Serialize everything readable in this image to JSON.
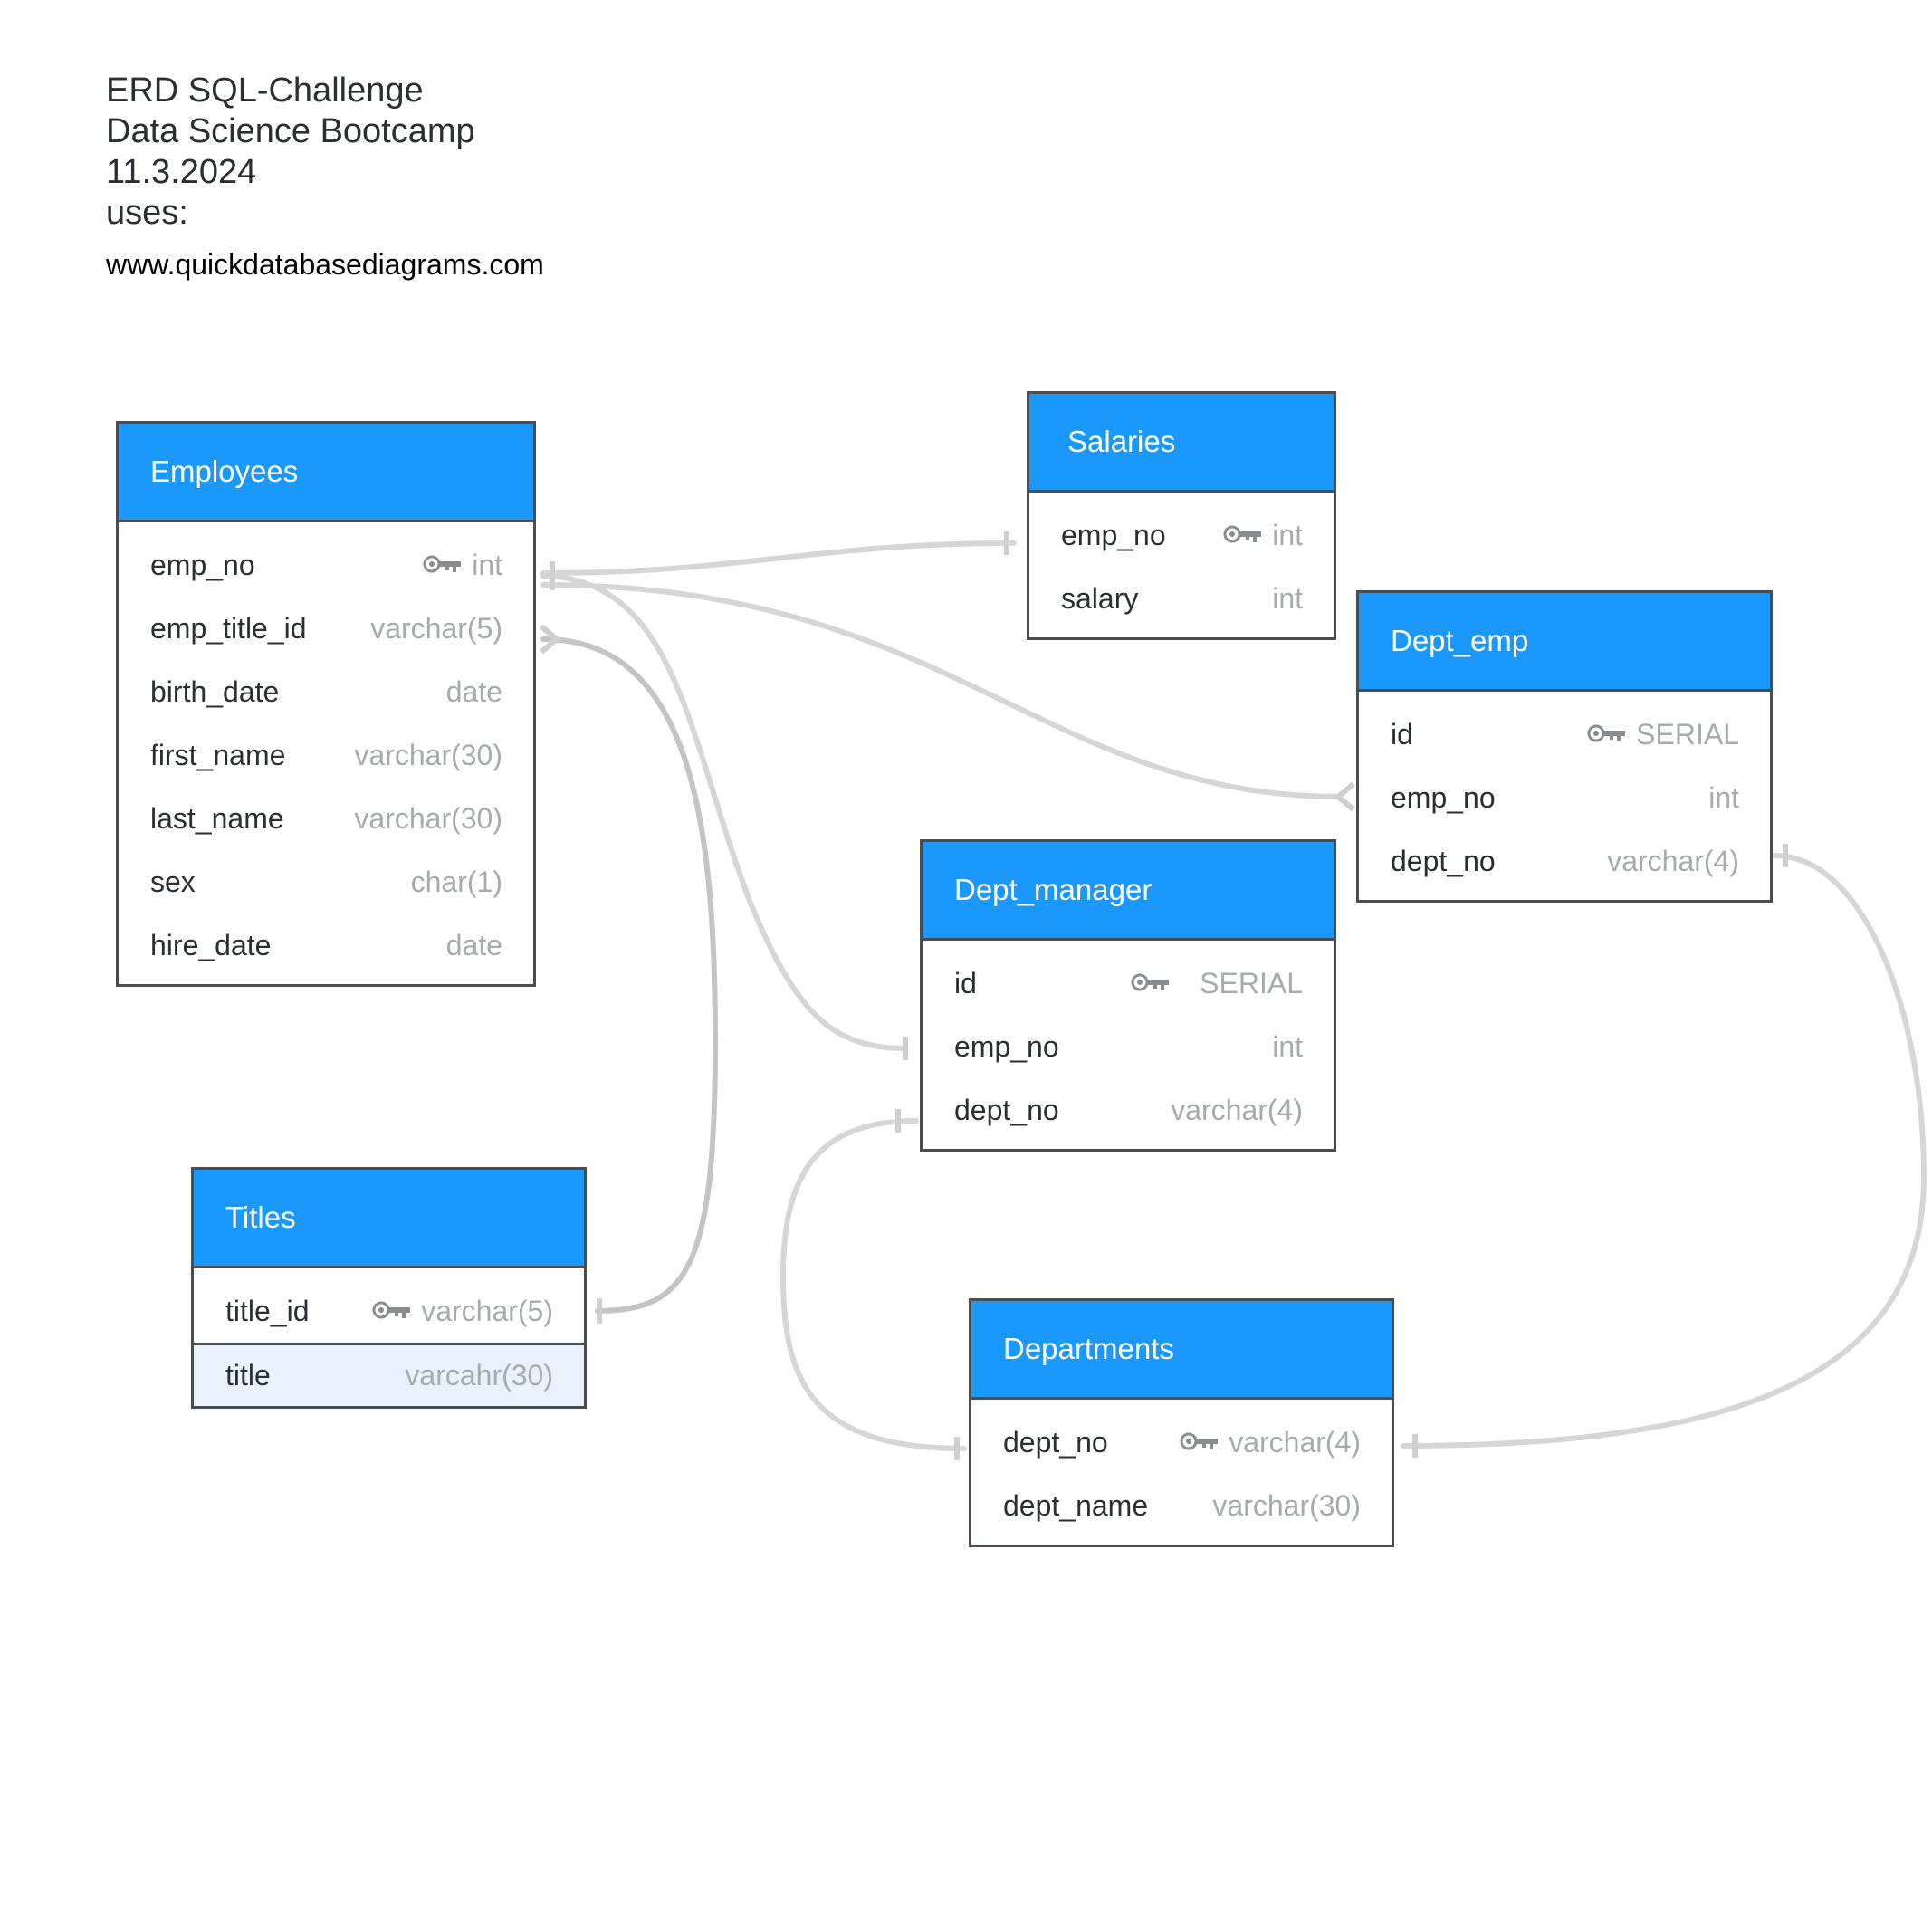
{
  "note": {
    "lines": [
      "ERD SQL-Challenge",
      "Data Science Bootcamp",
      "11.3.2024",
      "uses:"
    ],
    "url": "www.quickdatabasediagrams.com"
  },
  "colors": {
    "header": "#1b98fc",
    "border": "#4a4d50",
    "connector": "#d6d6d6",
    "connector_highlight": "#c4c4c4",
    "type_text": "#a7abaf",
    "selected_row": "#e7f2fd"
  },
  "icons": {
    "primary_key": "key-icon"
  },
  "tables": {
    "employees": {
      "name": "Employees",
      "columns": [
        {
          "name": "emp_no",
          "type": "int",
          "pk": true
        },
        {
          "name": "emp_title_id",
          "type": "varchar(5)"
        },
        {
          "name": "birth_date",
          "type": "date"
        },
        {
          "name": "first_name",
          "type": "varchar(30)"
        },
        {
          "name": "last_name",
          "type": "varchar(30)"
        },
        {
          "name": "sex",
          "type": "char(1)"
        },
        {
          "name": "hire_date",
          "type": "date"
        }
      ]
    },
    "salaries": {
      "name": "Salaries",
      "columns": [
        {
          "name": "emp_no",
          "type": "int",
          "pk": true
        },
        {
          "name": "salary",
          "type": "int"
        }
      ]
    },
    "dept_emp": {
      "name": "Dept_emp",
      "columns": [
        {
          "name": "id",
          "type": "SERIAL",
          "pk": true
        },
        {
          "name": "emp_no",
          "type": "int"
        },
        {
          "name": "dept_no",
          "type": "varchar(4)"
        }
      ]
    },
    "dept_manager": {
      "name": "Dept_manager",
      "columns": [
        {
          "name": "id",
          "type": "SERIAL",
          "pk": true
        },
        {
          "name": "emp_no",
          "type": "int"
        },
        {
          "name": "dept_no",
          "type": "varchar(4)"
        }
      ]
    },
    "titles": {
      "name": "Titles",
      "columns": [
        {
          "name": "title_id",
          "type": "varchar(5)",
          "pk": true
        },
        {
          "name": "title",
          "type": "varcahr(30)",
          "selected": true
        }
      ]
    },
    "departments": {
      "name": "Departments",
      "columns": [
        {
          "name": "dept_no",
          "type": "varchar(4)",
          "pk": true
        },
        {
          "name": "dept_name",
          "type": "varchar(30)"
        }
      ]
    }
  }
}
